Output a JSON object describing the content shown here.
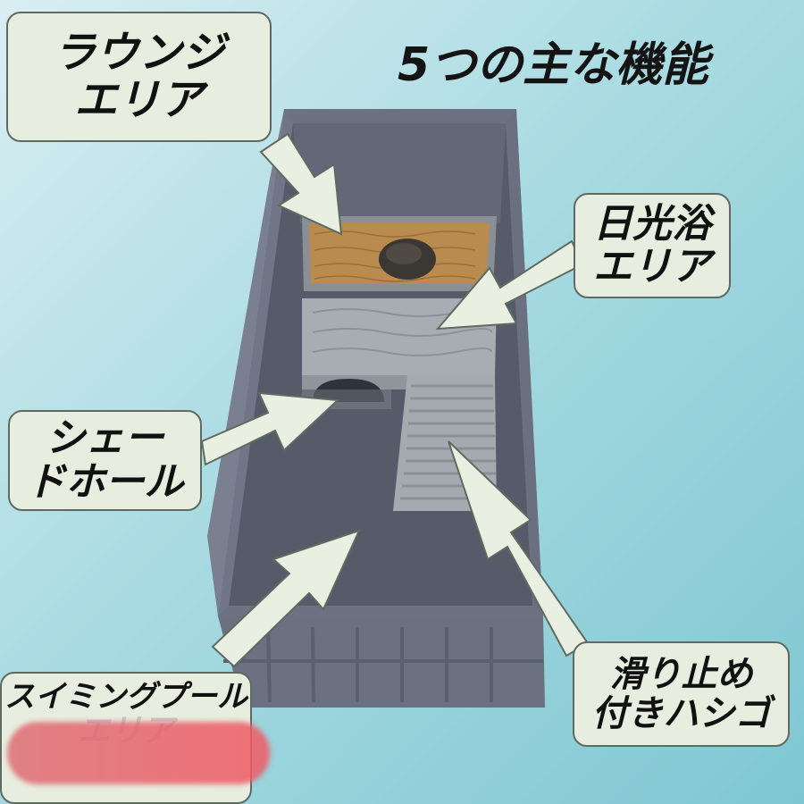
{
  "title": "5つの主な機能",
  "callouts": {
    "lounge": {
      "line1": "ラウンジ",
      "line2": "エリア"
    },
    "basking": {
      "line1": "日光浴",
      "line2": "エリア"
    },
    "shade": {
      "line1": "シェー",
      "line2": "ドホール"
    },
    "swimming": {
      "line1": "スイミングプール",
      "line2": "エリア"
    },
    "ladder": {
      "line1": "滑り止め",
      "line2": "付きハシゴ"
    }
  },
  "colors": {
    "callout_fill": "#e7eedf",
    "callout_border": "#5f6a62",
    "arrow_fill": "#e9f0e2",
    "tank_gray": "#5f6574",
    "platform_gray": "#a7adb2",
    "sand": "#b98b4e",
    "background": "#a9dbe2"
  }
}
